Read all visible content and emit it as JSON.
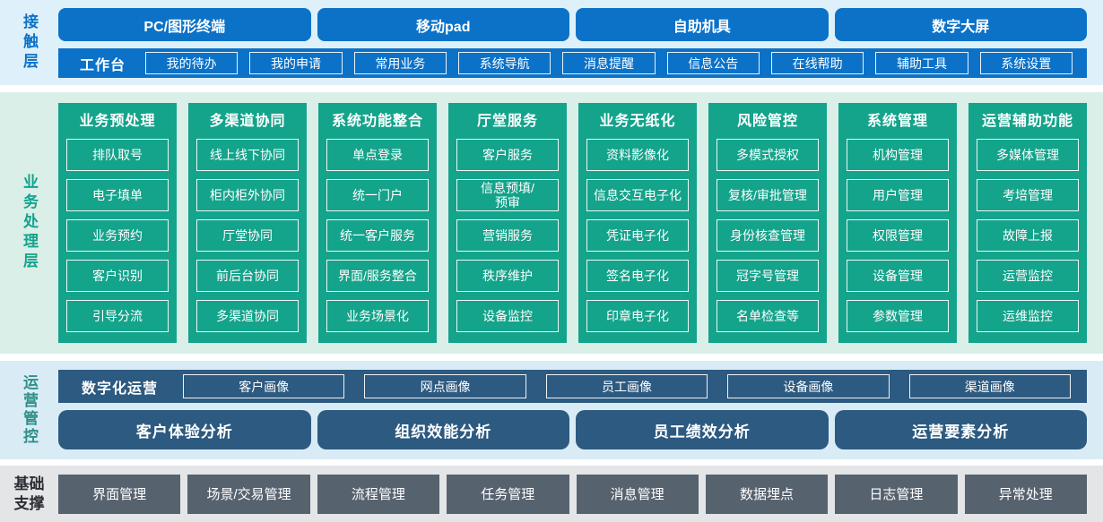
{
  "colors": {
    "accent_blue": "#0b72c8",
    "teal_green": "#14a38b",
    "dark_blue": "#2d5a80",
    "dark_gray": "#57626f",
    "contact_bg": "#def0fa",
    "business_bg": "#d9efe8",
    "operation_bg": "#d9ecf6",
    "foundation_bg": "#e3e5e7"
  },
  "contact_layer": {
    "label": "接触层",
    "channels": [
      "PC/图形终端",
      "移动pad",
      "自助机具",
      "数字大屏"
    ],
    "workbench": {
      "label": "工作台",
      "items": [
        "我的待办",
        "我的申请",
        "常用业务",
        "系统导航",
        "消息提醒",
        "信息公告",
        "在线帮助",
        "辅助工具",
        "系统设置"
      ]
    }
  },
  "business_layer": {
    "label": "业务处理层",
    "columns": [
      {
        "title": "业务预处理",
        "items": [
          "排队取号",
          "电子填单",
          "业务预约",
          "客户识别",
          "引导分流"
        ]
      },
      {
        "title": "多渠道协同",
        "items": [
          "线上线下协同",
          "柜内柜外协同",
          "厅堂协同",
          "前后台协同",
          "多渠道协同"
        ]
      },
      {
        "title": "系统功能整合",
        "items": [
          "单点登录",
          "统一门户",
          "统一客户服务",
          "界面/服务整合",
          "业务场景化"
        ]
      },
      {
        "title": "厅堂服务",
        "items": [
          "客户服务",
          "信息预填/\n预审",
          "营销服务",
          "秩序维护",
          "设备监控"
        ]
      },
      {
        "title": "业务无纸化",
        "items": [
          "资料影像化",
          "信息交互电子化",
          "凭证电子化",
          "签名电子化",
          "印章电子化"
        ]
      },
      {
        "title": "风险管控",
        "items": [
          "多模式授权",
          "复核/审批管理",
          "身份核查管理",
          "冠字号管理",
          "名单检查等"
        ]
      },
      {
        "title": "系统管理",
        "items": [
          "机构管理",
          "用户管理",
          "权限管理",
          "设备管理",
          "参数管理"
        ]
      },
      {
        "title": "运营辅助功能",
        "items": [
          "多媒体管理",
          "考培管理",
          "故障上报",
          "运营监控",
          "运维监控"
        ]
      }
    ]
  },
  "operation_layer": {
    "label": "运营管控",
    "digital_operation": {
      "label": "数字化运营",
      "items": [
        "客户画像",
        "网点画像",
        "员工画像",
        "设备画像",
        "渠道画像"
      ]
    },
    "analysis_items": [
      "客户体验分析",
      "组织效能分析",
      "员工绩效分析",
      "运营要素分析"
    ]
  },
  "foundation_layer": {
    "label": "基础支撑",
    "items": [
      "界面管理",
      "场景/交易管理",
      "流程管理",
      "任务管理",
      "消息管理",
      "数据埋点",
      "日志管理",
      "异常处理"
    ]
  }
}
